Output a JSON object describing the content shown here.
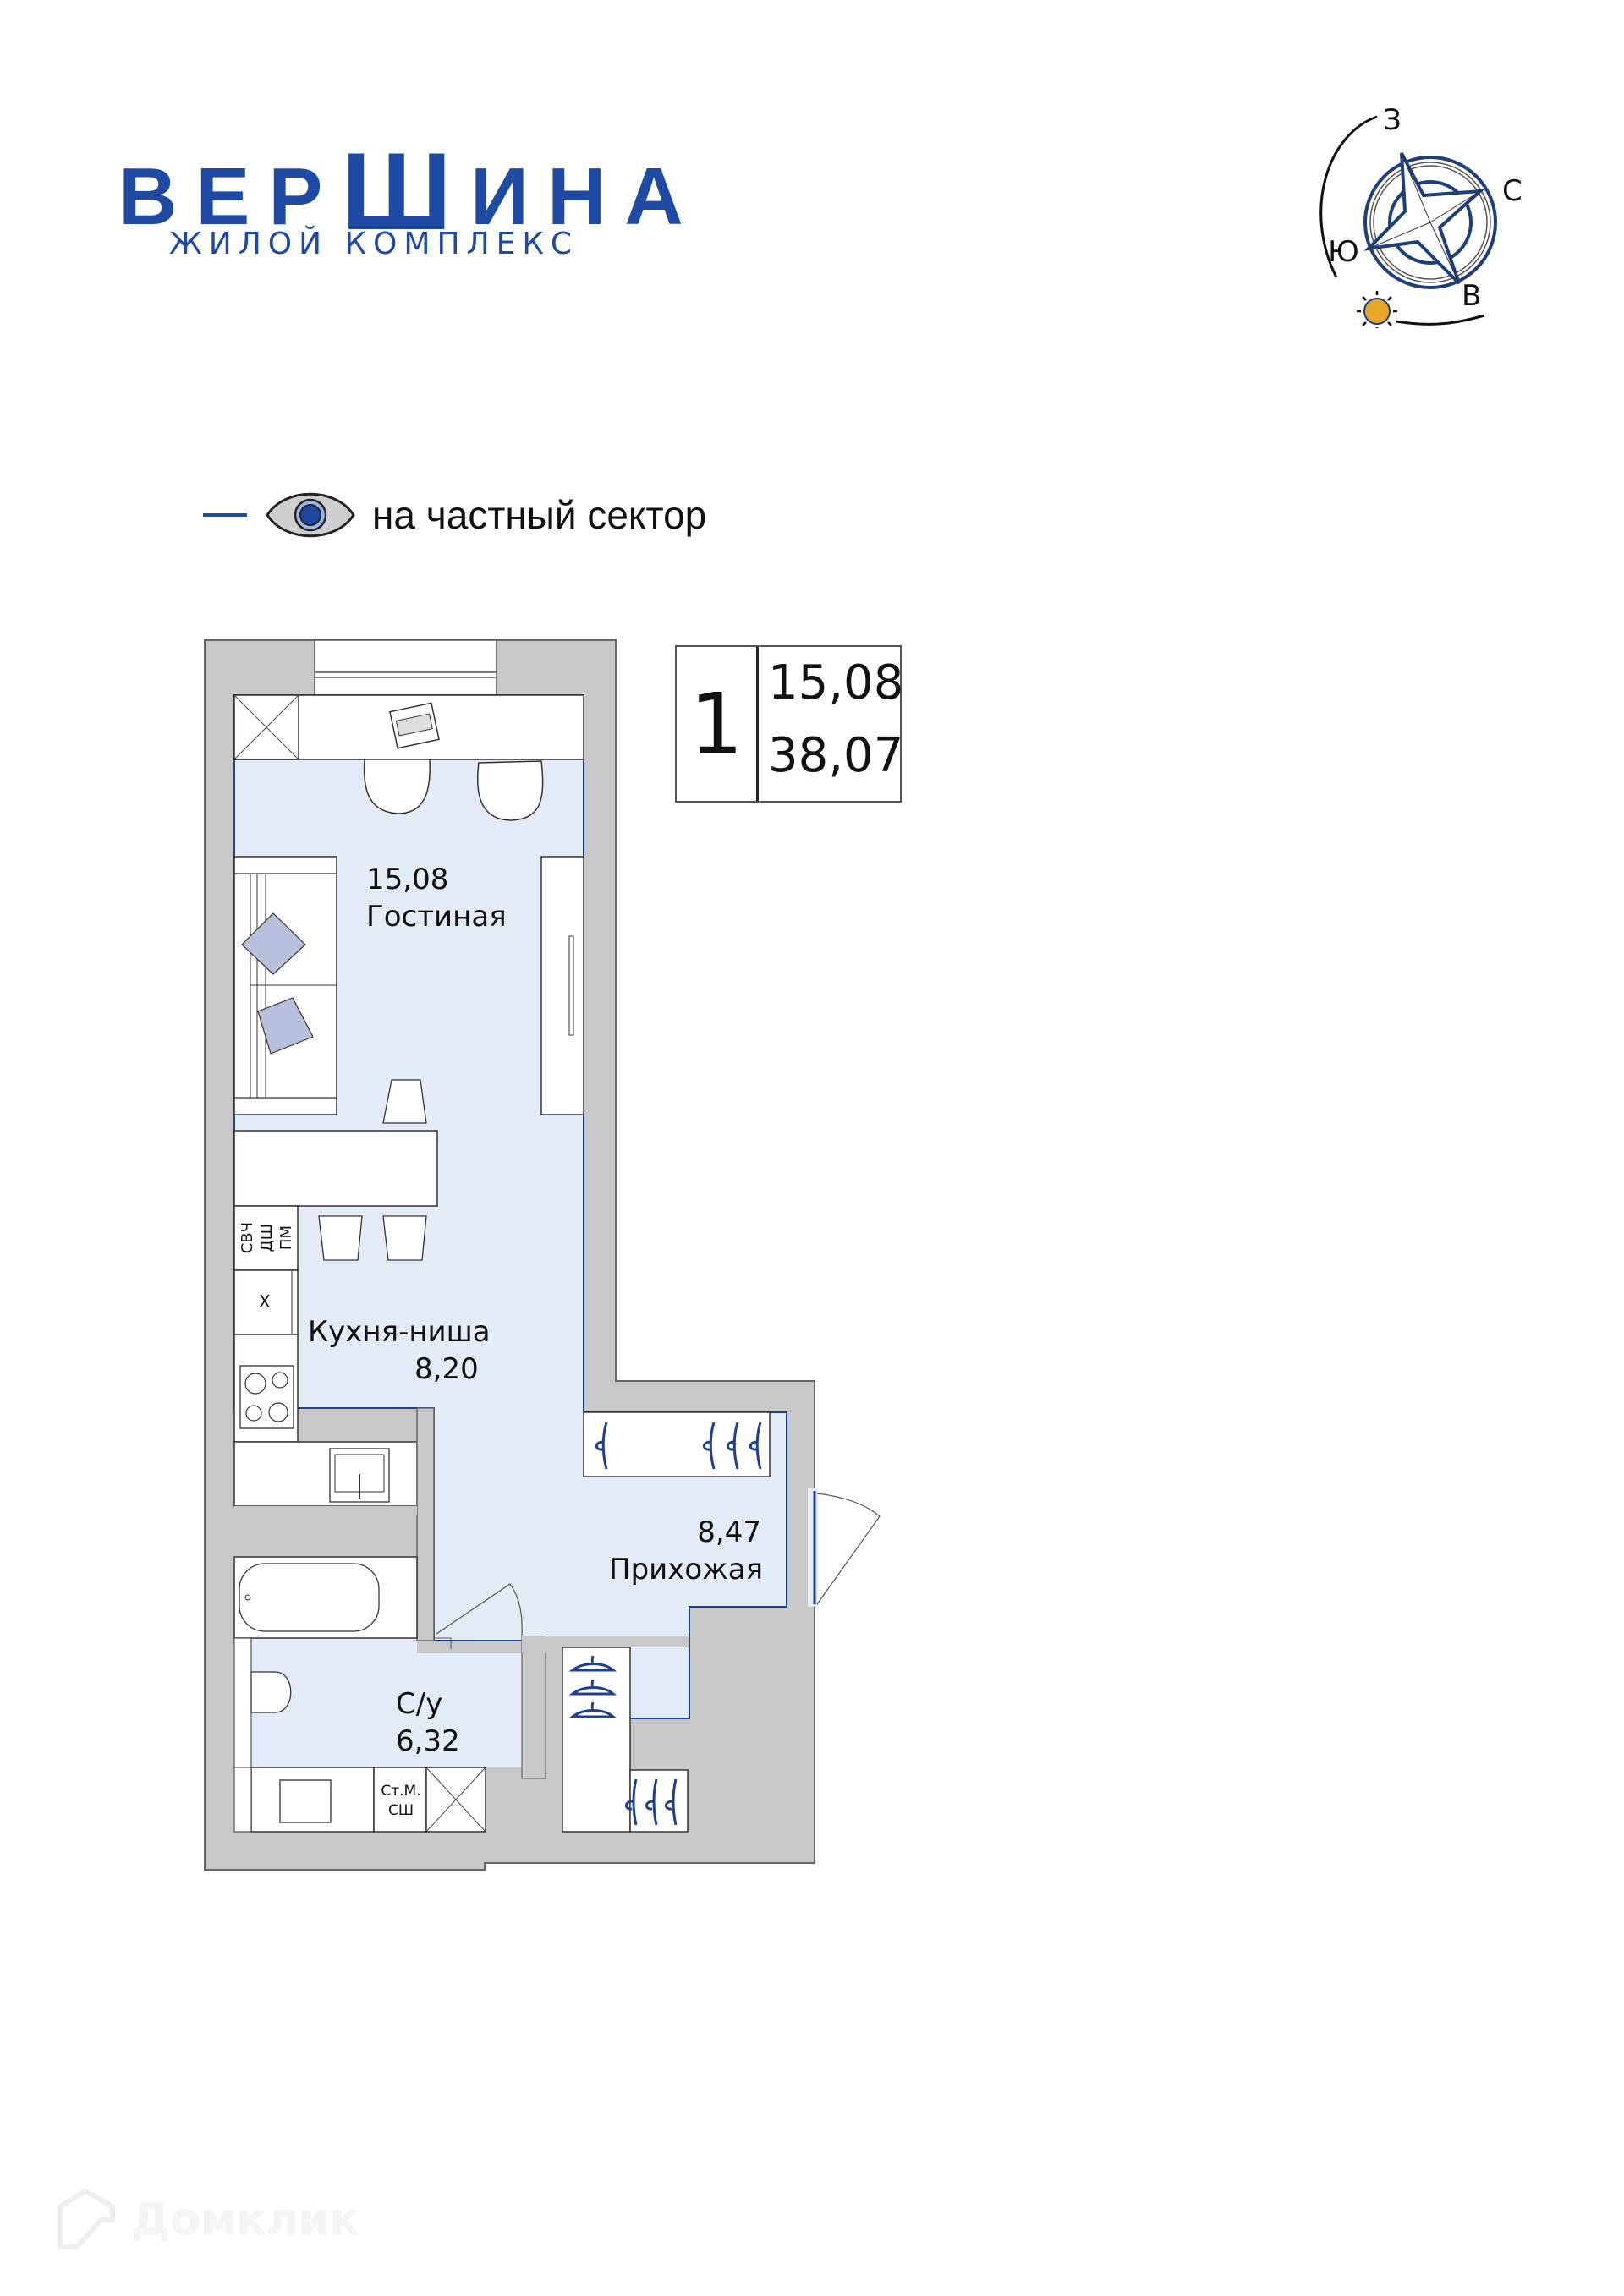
{
  "brand": {
    "title_part1": "ВЕР",
    "title_big": "Ш",
    "title_part2": "ИНА",
    "subtitle": "ЖИЛОЙ КОМПЛЕКС",
    "color": "#1e4aa3"
  },
  "compass": {
    "labels": {
      "west": "З",
      "north": "С",
      "south": "Ю",
      "east": "В"
    },
    "sun_color": "#e8a92b",
    "rose_color": "#1e3f7a"
  },
  "legend": {
    "icon": "eye-icon",
    "text": "на частный сектор"
  },
  "summary": {
    "rooms": "1",
    "living_area": "15,08",
    "total_area": "38,07"
  },
  "rooms": [
    {
      "id": "living",
      "area": "15,08",
      "name": "Гостиная"
    },
    {
      "id": "kitchen",
      "area": "8,20",
      "name": "Кухня-ниша"
    },
    {
      "id": "hallway",
      "area": "8,47",
      "name": "Прихожая"
    },
    {
      "id": "bathroom",
      "area": "6,32",
      "name": "С/у"
    }
  ],
  "appliances": {
    "column_labels": [
      "СВЧ",
      "ДШ",
      "ПМ"
    ],
    "fridge": "Х",
    "washer_line1": "Ст.М.",
    "washer_line2": "СШ"
  },
  "colors": {
    "wall": "#c8c8c8",
    "floor": "#e3ebf6",
    "accent": "#1f3f8f"
  },
  "watermark": {
    "text": "Домклик"
  }
}
